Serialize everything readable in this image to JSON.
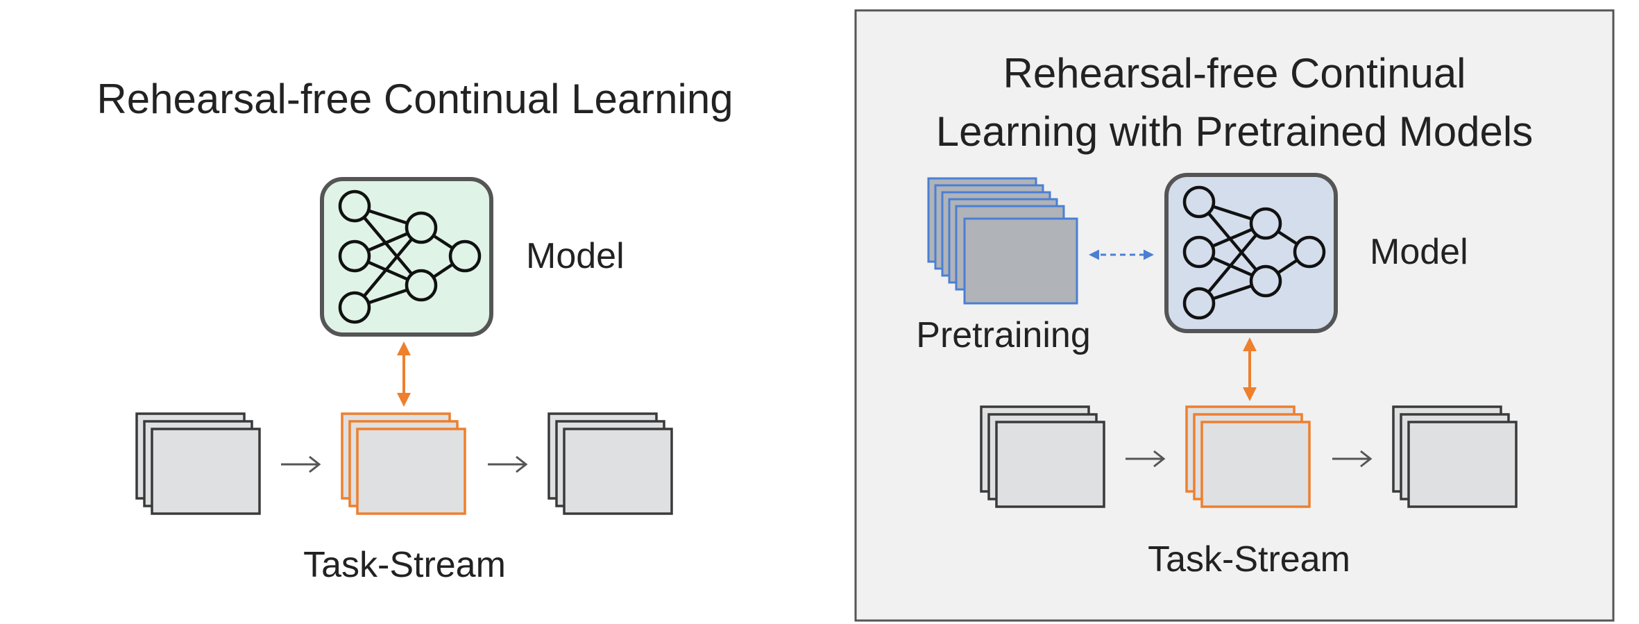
{
  "left_panel": {
    "title": "Rehearsal-free Continual Learning",
    "model_label": "Model",
    "stream_label": "Task-Stream"
  },
  "right_panel": {
    "title_line1": "Rehearsal-free Continual",
    "title_line2": "Learning with Pretrained Models",
    "model_label": "Model",
    "pretraining_label": "Pretraining",
    "stream_label": "Task-Stream"
  },
  "colors": {
    "panel_bg": "#f1f1f1",
    "panel_border": "#555555",
    "card_fill": "#dfe0e2",
    "card_stroke": "#3a3a3a",
    "active_task": "#ee7f2d",
    "left_model_fill": "#dff3e7",
    "right_model_fill": "#d3ddec",
    "pretrain_fill": "#b0b3b8",
    "pretrain_stroke": "#4a7fd4",
    "arrow_gray": "#555555",
    "dashed_arrow": "#4a7fd4"
  },
  "icons": {
    "model": "neural-network-icon",
    "task_data": "stacked-cards-icon",
    "flow": "right-arrow-icon",
    "interaction": "bidirectional-arrow-icon"
  }
}
